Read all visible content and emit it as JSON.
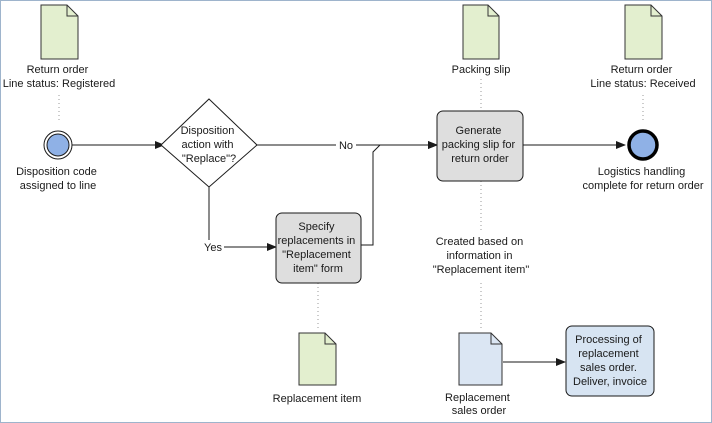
{
  "colors": {
    "doc_green": "#e3efcf",
    "doc_blue": "#dbe6f3",
    "task_gray": "#dedede",
    "task_blue": "#d7e4f2",
    "event_blue": "#8fb1e6",
    "line": "#1a1a1a",
    "dotted": "#9a9a9a"
  },
  "documents": {
    "return_order_registered": [
      "Return order",
      "Line status: Registered"
    ],
    "packing_slip": [
      "Packing slip"
    ],
    "return_order_received": [
      "Return order",
      "Line status: Received"
    ],
    "replacement_item": [
      "Replacement item"
    ],
    "replacement_sales_order": [
      "Replacement",
      "sales order"
    ]
  },
  "events": {
    "start": [
      "Disposition code",
      "assigned to line"
    ],
    "end": [
      "Logistics handling",
      "complete for return order"
    ]
  },
  "gateway": {
    "label": [
      "Disposition",
      "action with",
      "\"Replace\"?"
    ],
    "no": "No",
    "yes": "Yes"
  },
  "tasks": {
    "generate_packing_slip": [
      "Generate",
      "packing slip for",
      "return order"
    ],
    "specify_replacements": [
      "Specify",
      "replacements in",
      "\"Replacement",
      "item\" form"
    ],
    "processing_replacement": [
      "Processing of",
      "replacement",
      "sales order.",
      "Deliver, invoice"
    ]
  },
  "annotation": [
    "Created based on",
    "information in",
    "\"Replacement item\""
  ]
}
